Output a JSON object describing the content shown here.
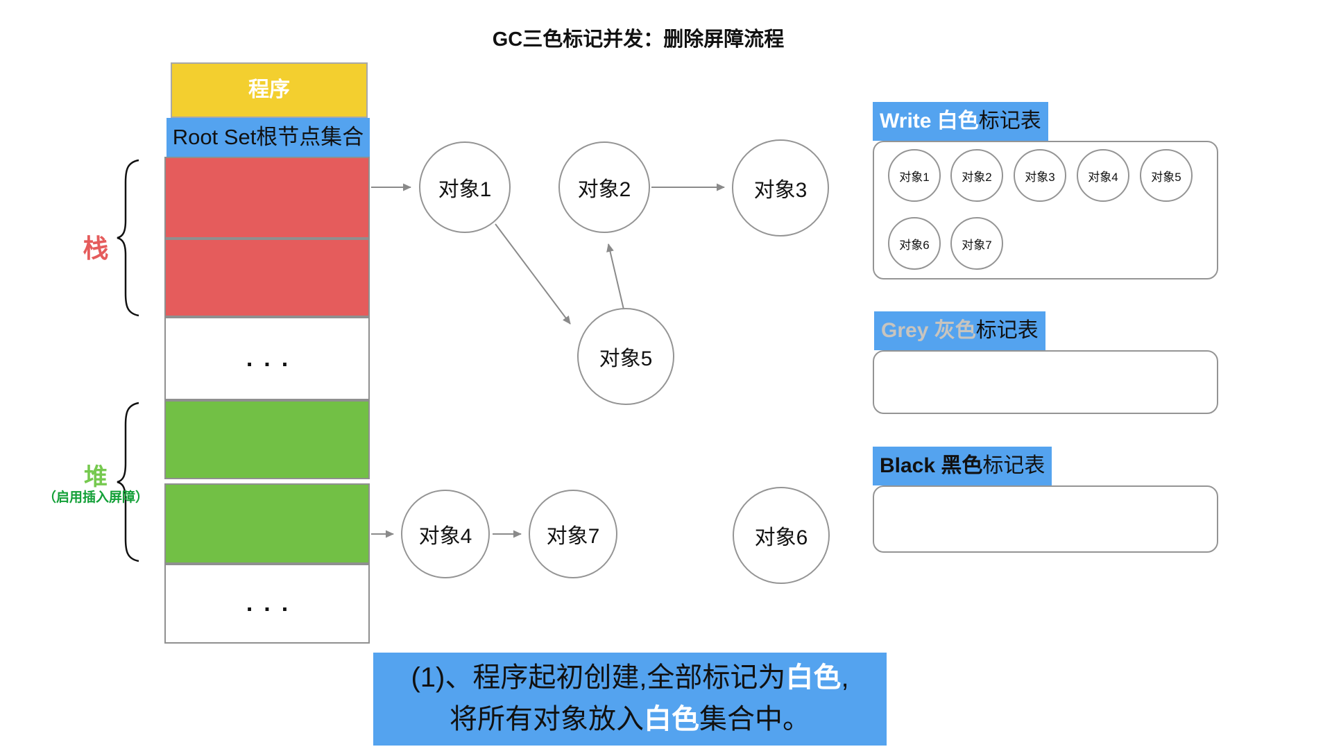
{
  "title": "GC三色标记并发：删除屏障流程",
  "memory": {
    "program": "程序",
    "root_set": "Root Set根节点集合",
    "stack_label": "栈",
    "heap_label": "堆",
    "heap_note": "（启用插入屏障）",
    "ellipsis": "..."
  },
  "graph": {
    "n1": "对象1",
    "n2": "对象2",
    "n3": "对象3",
    "n4": "对象4",
    "n5": "对象5",
    "n6": "对象6",
    "n7": "对象7"
  },
  "white_table": {
    "title_em": "Write 白色",
    "title_rest": "标记表",
    "objects": [
      "对象1",
      "对象2",
      "对象3",
      "对象4",
      "对象5",
      "对象6",
      "对象7"
    ]
  },
  "grey_table": {
    "title_em": "Grey 灰色",
    "title_rest": "标记表",
    "objects": []
  },
  "black_table": {
    "title_em": "Black 黑色",
    "title_rest": "标记表",
    "objects": []
  },
  "caption": {
    "l1a": "(1)、程序起初创建,全部标记为",
    "l1b": "白色",
    "l1c": ",",
    "l2a": "将所有对象放入",
    "l2b": "白色",
    "l2c": "集合中。"
  },
  "colors": {
    "blue": "#54A3EF",
    "red": "#E55C5C",
    "green": "#72C045",
    "yellow": "#F3CF2F",
    "grey_label_text": "#C8C4BE",
    "heap_label_green": "#76C94F",
    "heap_note_green": "#13A038",
    "border_grey": "#8F8F8F",
    "arrow_grey": "#8A8A8A"
  }
}
